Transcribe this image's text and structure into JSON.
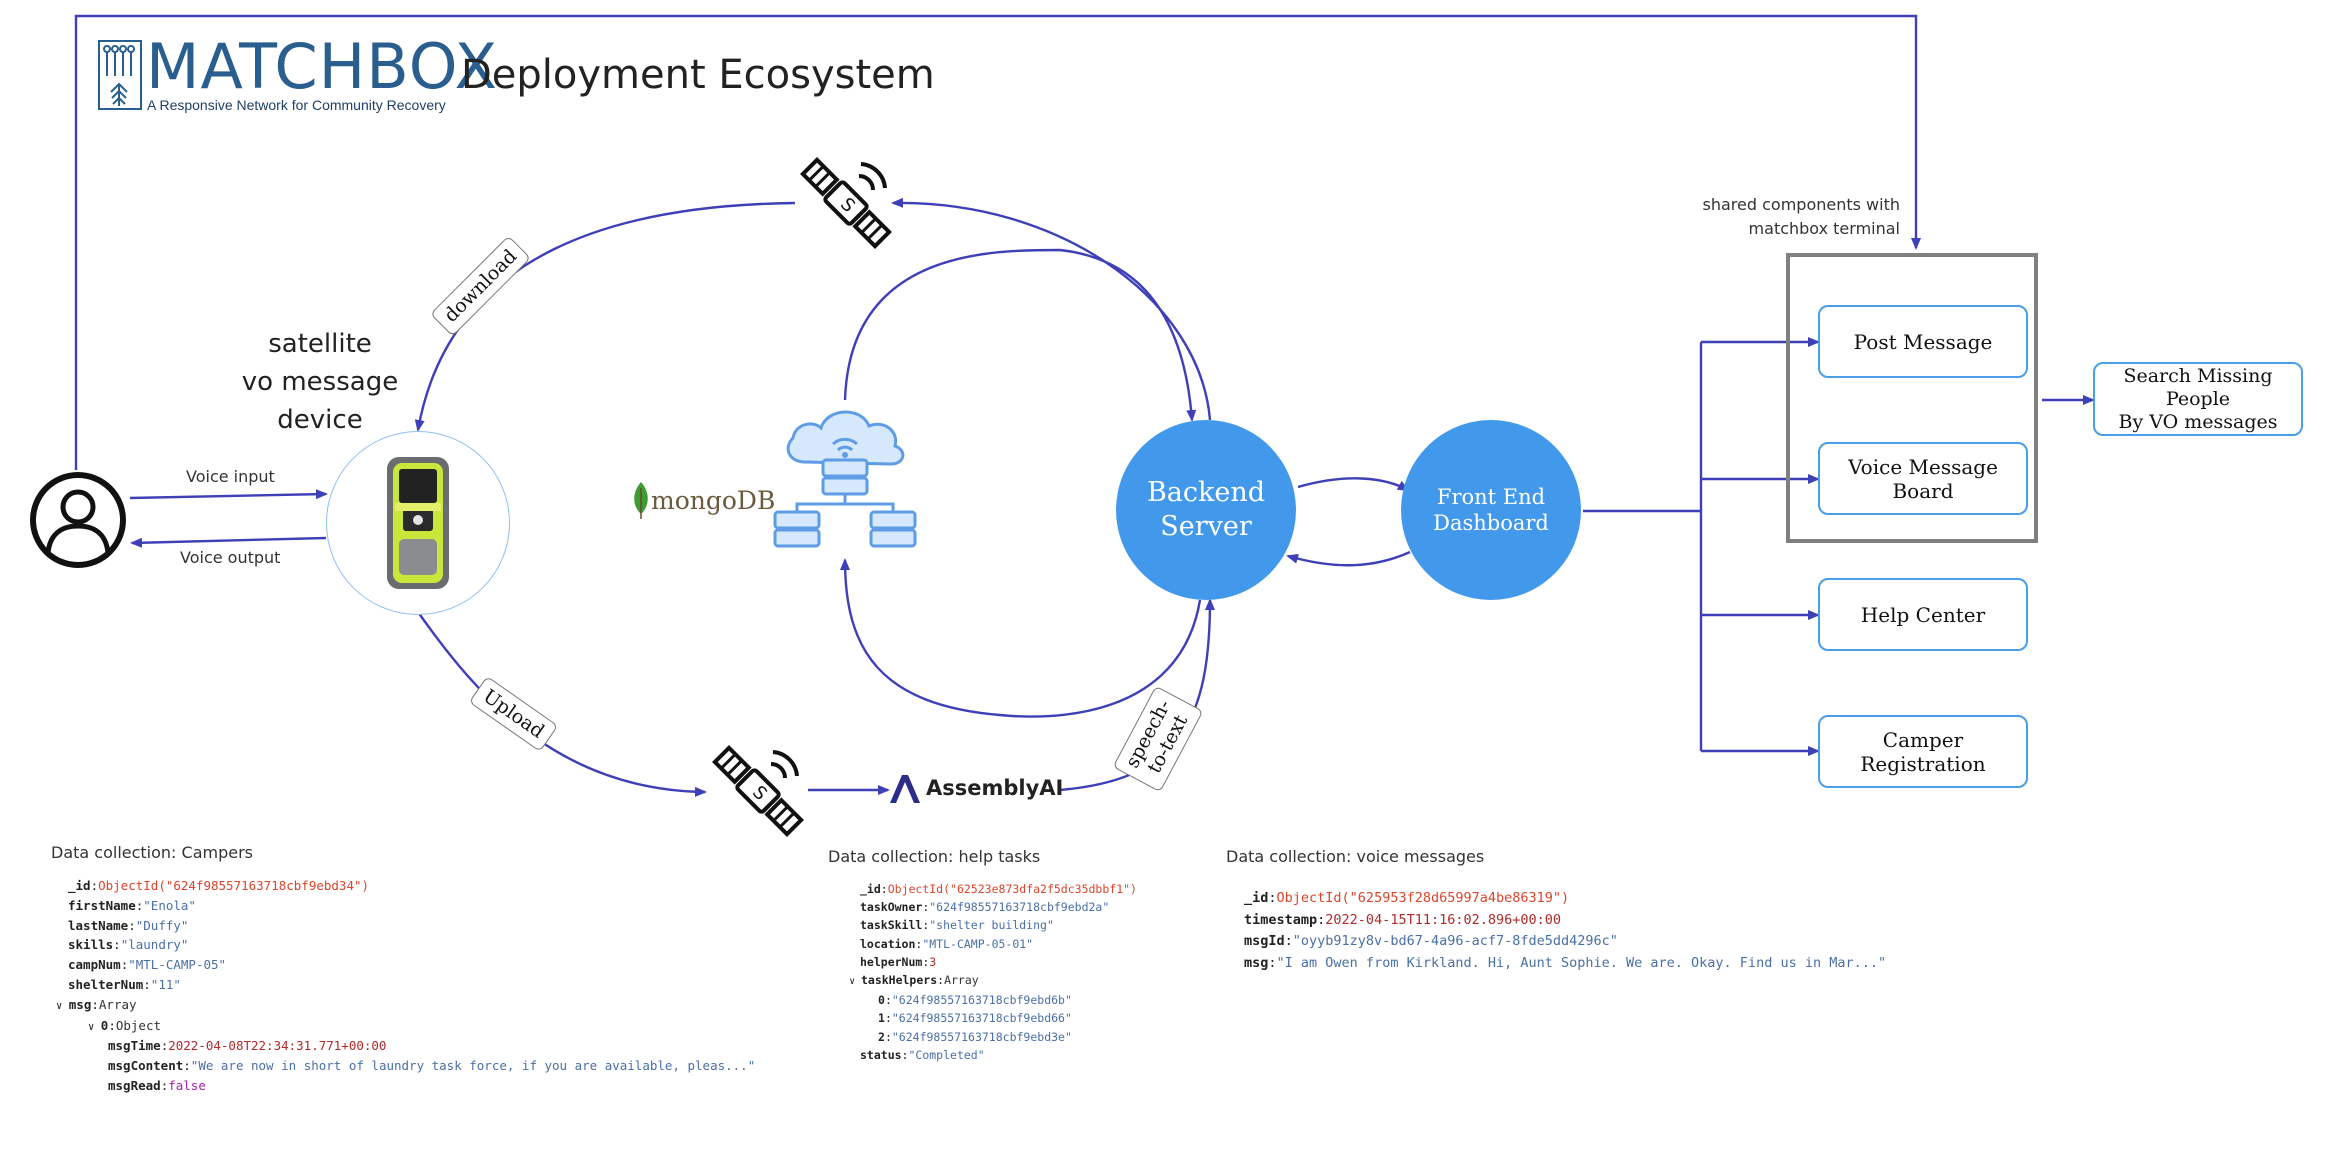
{
  "header": {
    "logo_word": "MATCHBOX",
    "logo_tagline": "A Responsive Network for Community Recovery",
    "title": "Deployment Ecosystem"
  },
  "device": {
    "label_lines": [
      "satellite",
      "vo message",
      "device"
    ],
    "voice_input": "Voice input",
    "voice_output": "Voice output"
  },
  "flow_tags": {
    "download": "download",
    "upload": "Upload",
    "speech_to_text": "speech-to-text"
  },
  "mongodb_label": "mongoDB",
  "assemblyai_label": "AssemblyAI",
  "nodes": {
    "backend": "Backend Server",
    "frontend": "Front End Dashboard"
  },
  "shared_note": [
    "shared components with",
    "matchbox terminal"
  ],
  "components": [
    {
      "label": "Post Message"
    },
    {
      "label": "Voice Message Board"
    },
    {
      "label": "Help Center"
    },
    {
      "label": "Camper Registration"
    }
  ],
  "search_box": {
    "lines": [
      "Search Missing People",
      "By VO messages"
    ]
  },
  "collections": {
    "campers": {
      "title": "Data collection: Campers",
      "lines": [
        {
          "indent": 0,
          "key": "_id",
          "value": "ObjectId(\"624f98557163718cbf9ebd34\")",
          "type": "o"
        },
        {
          "indent": 0,
          "key": "firstName",
          "value": "\"Enola\"",
          "type": "s"
        },
        {
          "indent": 0,
          "key": "lastName",
          "value": "\"Duffy\"",
          "type": "s"
        },
        {
          "indent": 0,
          "key": "skills",
          "value": "\"laundry\"",
          "type": "s"
        },
        {
          "indent": 0,
          "key": "campNum",
          "value": "\"MTL-CAMP-05\"",
          "type": "s"
        },
        {
          "indent": 0,
          "key": "shelterNum",
          "value": "\"11\"",
          "type": "s"
        },
        {
          "indent": -1,
          "key": "msg",
          "value": "Array",
          "type": "t",
          "caret": true
        },
        {
          "indent": 1,
          "key": "0",
          "value": "Object",
          "type": "t",
          "caret": true
        },
        {
          "indent": 2,
          "key": "msgTime",
          "value": "2022-04-08T22:34:31.771+00:00",
          "type": "d"
        },
        {
          "indent": 2,
          "key": "msgContent",
          "value": "\"We are now in short of laundry task force, if you are available, pleas...\"",
          "type": "s"
        },
        {
          "indent": 2,
          "key": "msgRead",
          "value": "false",
          "type": "b"
        }
      ]
    },
    "help_tasks": {
      "title": "Data collection: help tasks",
      "lines": [
        {
          "indent": 0,
          "key": "_id",
          "value": "ObjectId(\"62523e873dfa2f5dc35dbbf1\")",
          "type": "o"
        },
        {
          "indent": 0,
          "key": "taskOwner",
          "value": "\"624f98557163718cbf9ebd2a\"",
          "type": "s"
        },
        {
          "indent": 0,
          "key": "taskSkill",
          "value": "\"shelter building\"",
          "type": "s"
        },
        {
          "indent": 0,
          "key": "location",
          "value": "\"MTL-CAMP-05-01\"",
          "type": "s"
        },
        {
          "indent": 0,
          "key": "helperNum",
          "value": "3",
          "type": "n"
        },
        {
          "indent": -1,
          "key": "taskHelpers",
          "value": "Array",
          "type": "t",
          "caret": true
        },
        {
          "indent": 1,
          "key": "0",
          "value": "\"624f98557163718cbf9ebd6b\"",
          "type": "s"
        },
        {
          "indent": 1,
          "key": "1",
          "value": "\"624f98557163718cbf9ebd66\"",
          "type": "s"
        },
        {
          "indent": 1,
          "key": "2",
          "value": "\"624f98557163718cbf9ebd3e\"",
          "type": "s"
        },
        {
          "indent": 0,
          "key": "status",
          "value": "\"Completed\"",
          "type": "s"
        }
      ]
    },
    "voice_messages": {
      "title": "Data collection: voice messages",
      "lines": [
        {
          "indent": 0,
          "key": "_id",
          "value": "ObjectId(\"625953f28d65997a4be86319\")",
          "type": "o"
        },
        {
          "indent": 0,
          "key": "timestamp",
          "value": "2022-04-15T11:16:02.896+00:00",
          "type": "d"
        },
        {
          "indent": 0,
          "key": "msgId",
          "value": "\"oyyb91zy8v-bd67-4a96-acf7-8fde5dd4296c\"",
          "type": "s"
        },
        {
          "indent": 0,
          "key": "msg",
          "value": "\"I am Owen from Kirkland. Hi, Aunt Sophie. We are. Okay. Find us in Mar...\"",
          "type": "s"
        }
      ]
    }
  }
}
